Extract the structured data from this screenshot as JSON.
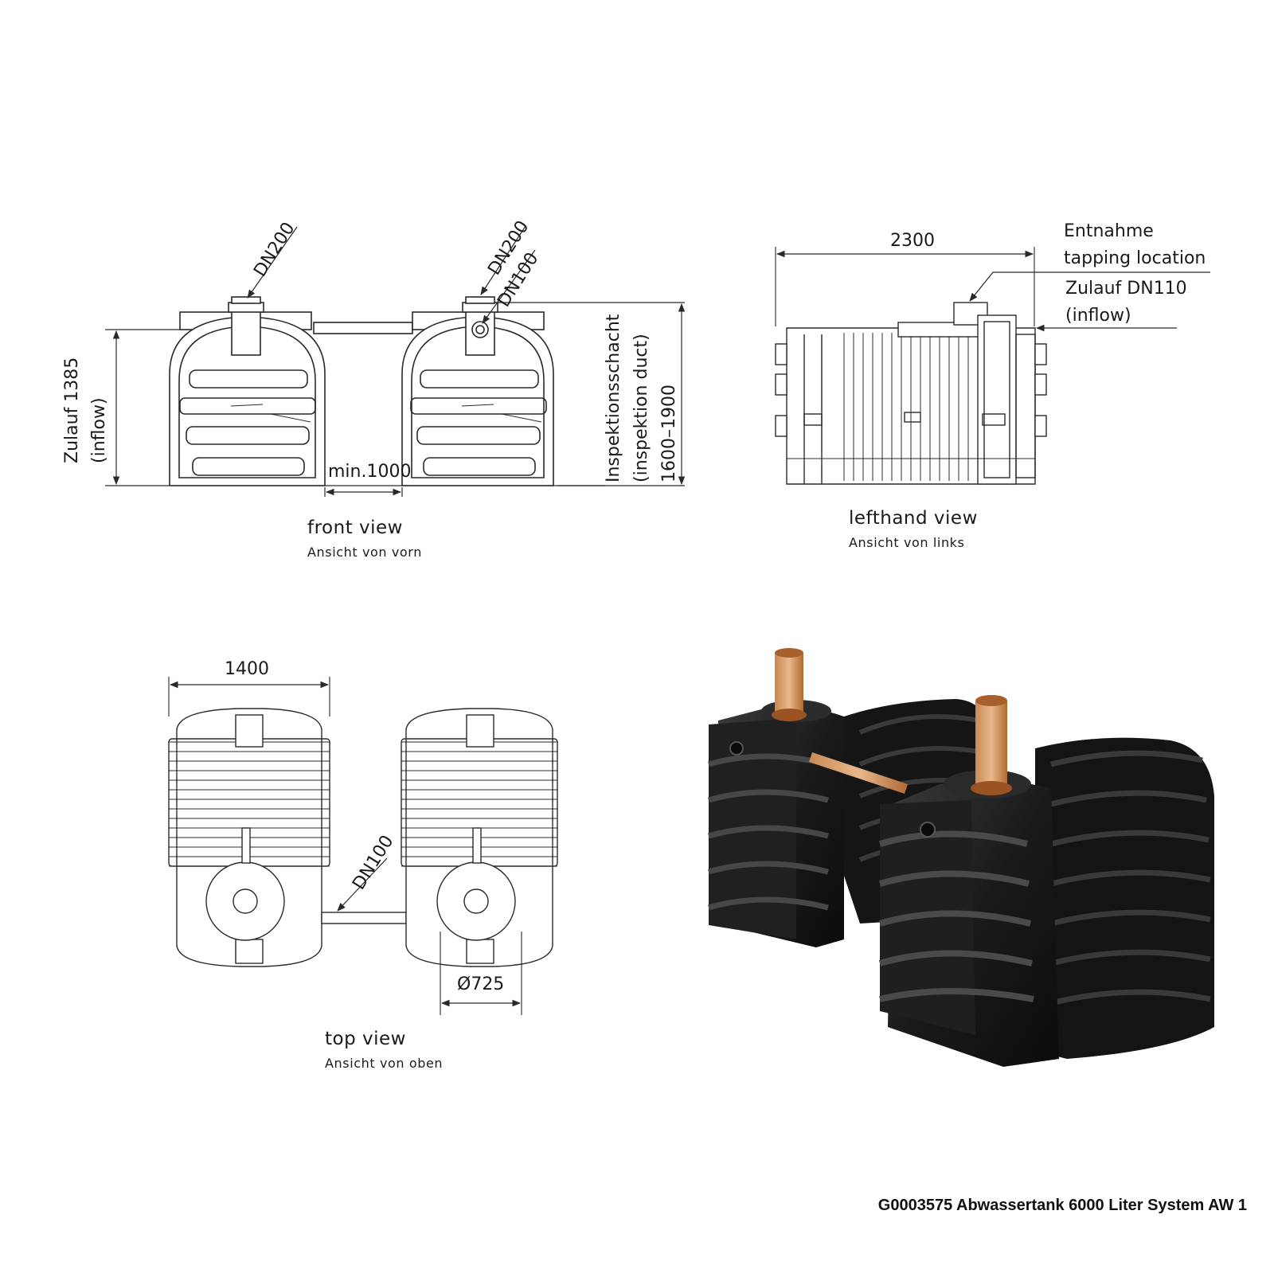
{
  "front_view": {
    "caption": "front view",
    "subcaption": "Ansicht von vorn",
    "label_dn200_left": "DN200",
    "label_dn200_right": "DN200",
    "label_dn100": "DN100",
    "label_spacing": "min.1000",
    "label_inflow_line1": "Zulauf 1385",
    "label_inflow_line2": "(inflow)",
    "label_duct_line1": "Inspektionsschacht",
    "label_duct_line2": "(inspektion duct)",
    "label_duct_line3": "1600–1900"
  },
  "lefthand_view": {
    "caption": "lefthand view",
    "subcaption": "Ansicht von links",
    "label_length": "2300",
    "label_tap_line1": "Entnahme",
    "label_tap_line2": "tapping location",
    "label_inflow_line1": "Zulauf DN110",
    "label_inflow_line2": "(inflow)"
  },
  "top_view": {
    "caption": "top view",
    "subcaption": "Ansicht von oben",
    "label_width": "1400",
    "label_dn100": "DN100",
    "label_diameter": "Ø725"
  },
  "footer": {
    "title": "G0003575 Abwassertank 6000 Liter System AW 1"
  },
  "colors": {
    "line": "#2a2a2a",
    "tank_body": "#1c1c1c",
    "pipe": "#b5652a",
    "background": "#ffffff"
  }
}
